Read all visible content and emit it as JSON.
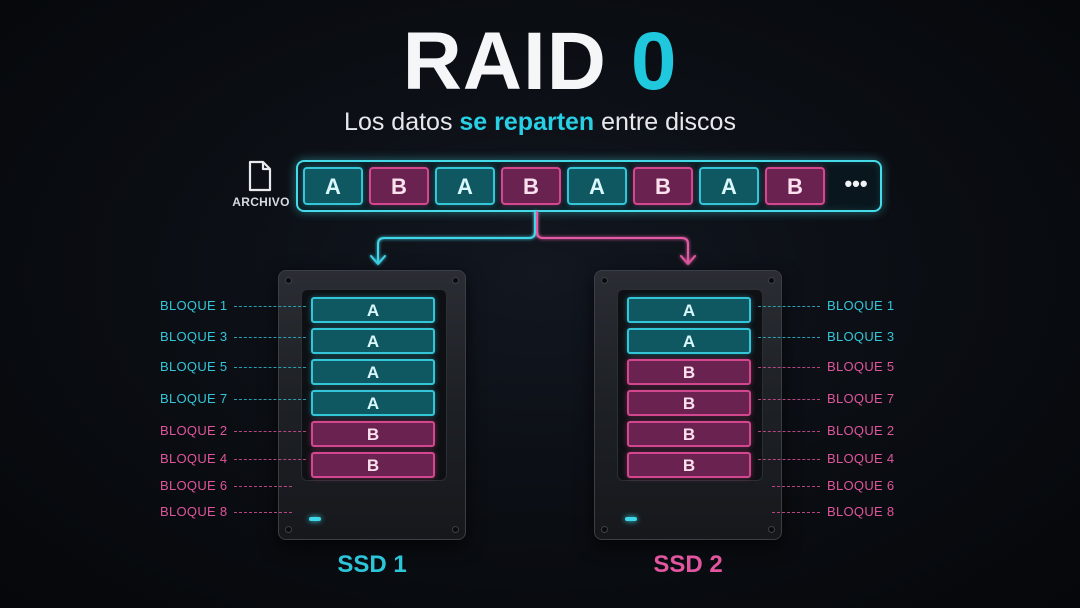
{
  "title": {
    "main": "RAID",
    "accent": "0"
  },
  "subtitle": {
    "before": "Los datos ",
    "emphasis": "se reparten",
    "after": " entre discos"
  },
  "file": {
    "icon": "file-icon",
    "label": "ARCHIVO",
    "blocks": [
      "A",
      "B",
      "A",
      "B",
      "A",
      "B",
      "A",
      "B"
    ],
    "more": "•••"
  },
  "colors": {
    "accent_cyan": "#1fc8dc",
    "accent_pink": "#e2559f",
    "background": "#07090d"
  },
  "disks": [
    {
      "name": "SSD 1",
      "labels": [
        "BLOQUE 1",
        "BLOQUE 3",
        "BLOQUE 5",
        "BLOQUE 7",
        "BLOQUE 2",
        "BLOQUE 4",
        "BLOQUE 6",
        "BLOQUE 8"
      ],
      "blocks": [
        "A",
        "A",
        "A",
        "A",
        "B",
        "B"
      ]
    },
    {
      "name": "SSD 2",
      "labels": [
        "BLOQUE 1",
        "BLOQUE 3",
        "BLOQUE 5",
        "BLOQUE 7",
        "BLOQUE 2",
        "BLOQUE 4",
        "BLOQUE 6",
        "BLOQUE 8"
      ],
      "blocks": [
        "A",
        "A",
        "B",
        "B",
        "B",
        "B"
      ]
    }
  ]
}
